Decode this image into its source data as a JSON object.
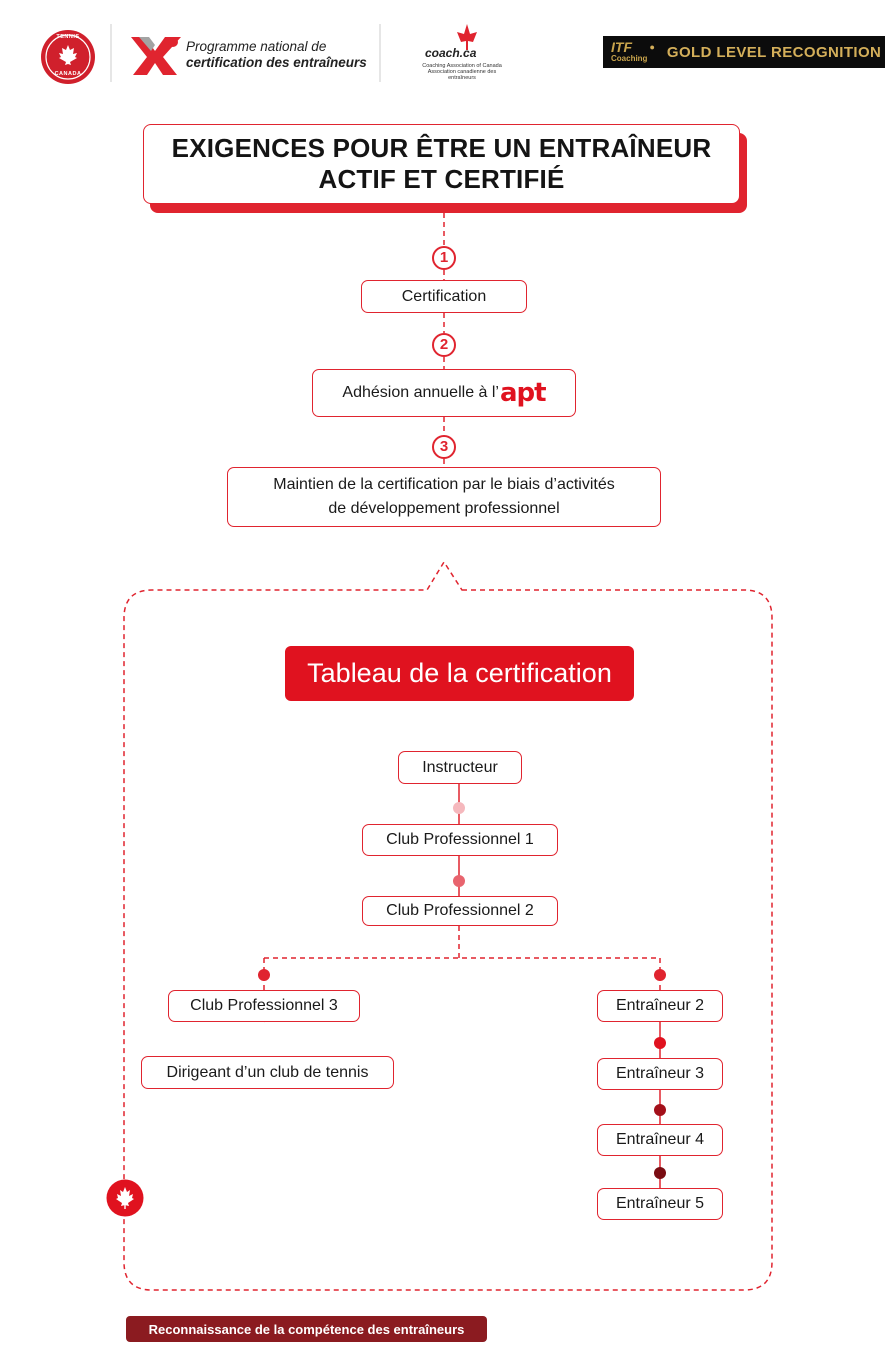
{
  "header": {
    "tennis_canada_logo": [
      "TENNIS",
      "CANADA"
    ],
    "pnce": {
      "line1": "Programme national de",
      "line2": "certification des entraîneurs"
    },
    "coach": {
      "name": "coach.ca",
      "sub1": "Coaching Association of Canada",
      "sub2": "Association canadienne des entraîneurs"
    },
    "itf": {
      "mark": "ITF",
      "mark_sub": "Coaching",
      "text": "GOLD LEVEL RECOGNITION"
    }
  },
  "requirements": {
    "title_line1": "EXIGENCES POUR ÊTRE UN ENTRAÎNEUR",
    "title_line2": "ACTIF ET CERTIFIÉ",
    "steps": [
      {
        "number": "1",
        "label": "Certification"
      },
      {
        "number": "2",
        "label": "Adhésion annuelle à l’",
        "brand": "apt"
      },
      {
        "number": "3",
        "label_line1": "Maintien de la certification par le biais d’activités",
        "label_line2": "de développement professionnel"
      }
    ]
  },
  "tableau": {
    "title": "Tableau de la certification",
    "nodes": {
      "instructeur": "Instructeur",
      "club_pro_1": "Club Professionnel 1",
      "club_pro_2": "Club Professionnel 2",
      "club_pro_3": "Club Professionnel 3",
      "dirigeant": "Dirigeant d’un club de tennis",
      "entraineur_2": "Entraîneur 2",
      "entraineur_3": "Entraîneur 3",
      "entraineur_4": "Entraîneur 4",
      "entraineur_5": "Entraîneur 5"
    }
  },
  "icons": {
    "maple_leaf": "maple-leaf-icon"
  },
  "footer": {
    "badge": "Reconnaissance de la compétence des entraîneurs"
  },
  "colors": {
    "brand_red": "#e0242f",
    "dark_red": "#8b1b20",
    "gold": "#d4af5a"
  }
}
